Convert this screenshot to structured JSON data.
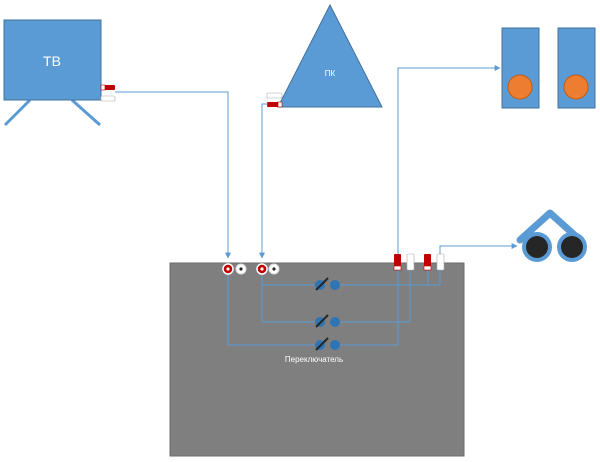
{
  "labels": {
    "tv": "ТВ",
    "pc": "ПК",
    "switch_box": "Переключатель"
  },
  "colors": {
    "device_fill": "#5B9BD5",
    "device_stroke": "#41719C",
    "box_fill": "#7F7F7F",
    "wire": "#5B9BD5",
    "plug_red": "#C00000",
    "speaker_cone": "#ED7D31",
    "headphone_cup": "#262626",
    "knob": "#2E75B6"
  },
  "icons": [
    "tv-icon",
    "pc-icon",
    "speaker-icon",
    "headphones-icon",
    "rca-plug-icon",
    "rca-jack-icon",
    "toggle-switch-icon"
  ]
}
